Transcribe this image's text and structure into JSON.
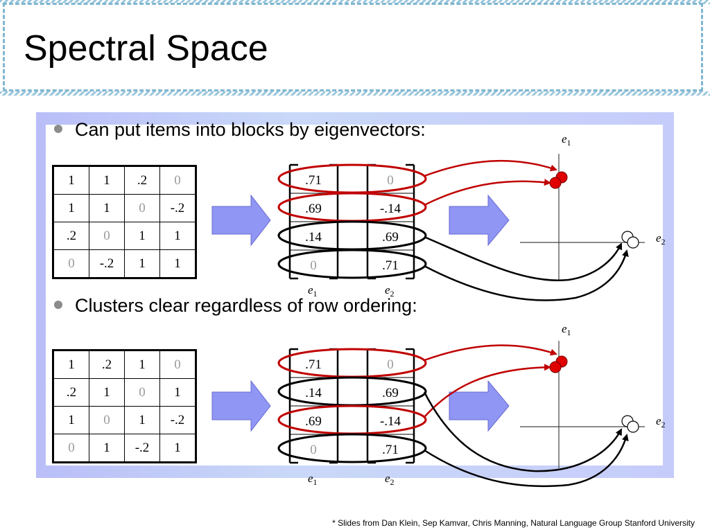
{
  "title": "Spectral Space",
  "bullets": [
    "Can put items into blocks by eigenvectors:",
    "Clusters clear regardless of row ordering:"
  ],
  "matrix_top": [
    [
      "1",
      "1",
      ".2",
      "0"
    ],
    [
      "1",
      "1",
      "0",
      "-.2"
    ],
    [
      ".2",
      "0",
      "1",
      "1"
    ],
    [
      "0",
      "-.2",
      "1",
      "1"
    ]
  ],
  "matrix_bottom": [
    [
      "1",
      ".2",
      "1",
      "0"
    ],
    [
      ".2",
      "1",
      "0",
      "1"
    ],
    [
      "1",
      "0",
      "1",
      "-.2"
    ],
    [
      "0",
      "1",
      "-.2",
      "1"
    ]
  ],
  "eigen_top": {
    "e1": [
      ".71",
      ".69",
      ".14",
      "0"
    ],
    "e2": [
      "0",
      "-.14",
      ".69",
      ".71"
    ]
  },
  "eigen_bottom": {
    "e1": [
      ".71",
      ".14",
      ".69",
      "0"
    ],
    "e2": [
      "0",
      ".69",
      "-.14",
      ".71"
    ]
  },
  "labels": {
    "e1": "e",
    "e1_sub": "1",
    "e2": "e",
    "e2_sub": "2"
  },
  "colors": {
    "red": "#c00000",
    "arrow_fill": "#8f96f4",
    "panel": "#c3c8f8"
  },
  "footer": "* Slides from Dan Klein, Sep Kamvar, Chris Manning, Natural Language Group Stanford University"
}
